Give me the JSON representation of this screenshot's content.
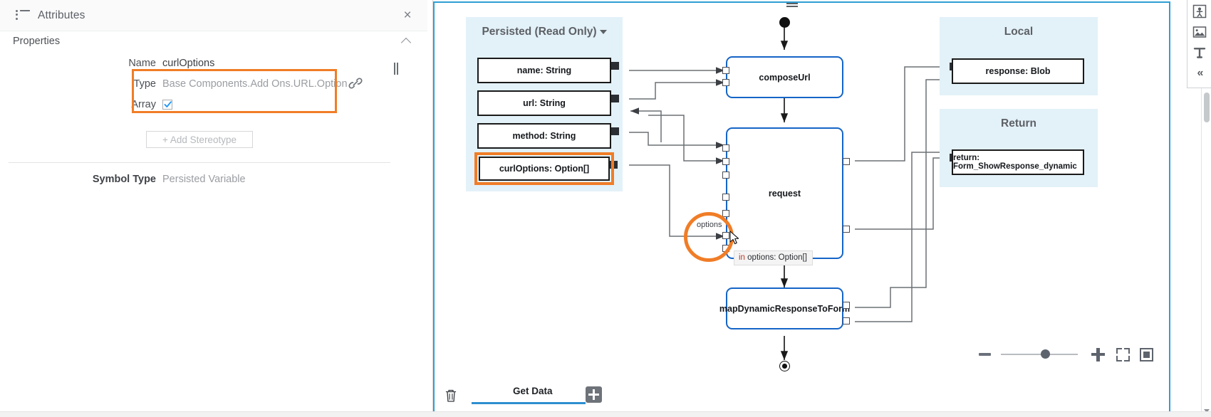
{
  "panel": {
    "title": "Attributes",
    "icon": "list-attributes-icon",
    "close_label": "×",
    "section_label": "Properties",
    "fields": [
      {
        "label": "Name",
        "value": "curlOptions",
        "dim": false
      },
      {
        "label": "Type",
        "value": "Base Components.Add Ons.URL.Option",
        "dim": true
      },
      {
        "label": "Array",
        "value": "",
        "dim": false
      }
    ],
    "array_checked": true,
    "add_stereotype_label": "+  Add Stereotype",
    "symbol_type_label": "Symbol Type",
    "symbol_type_value": "Persisted Variable",
    "link_icon": "link-chain-icon",
    "highlight_color": "#f07d27"
  },
  "canvas": {
    "groups": [
      {
        "title": "Persisted (Read Only)",
        "has_caret": true
      },
      {
        "title": "Local",
        "has_caret": false
      },
      {
        "title": "Return",
        "has_caret": false
      }
    ],
    "persisted_vars": [
      {
        "label": "name: String"
      },
      {
        "label": "url: String"
      },
      {
        "label": "method: String"
      },
      {
        "label": "curlOptions: Option[]",
        "highlighted": true
      }
    ],
    "local_vars": [
      {
        "label": "response: Blob"
      }
    ],
    "return_vars": [
      {
        "label": "return: Form_ShowResponse_dynamic"
      }
    ],
    "nodes": [
      {
        "label": "composeUrl"
      },
      {
        "label": "request"
      },
      {
        "label": "mapDynamicResponseToForm"
      }
    ],
    "edge_label": "options",
    "tooltip_keyword": "in",
    "tooltip_text": " options: Option[]",
    "accent_blue": "#1565c8",
    "group_fill": "#e3f1f8",
    "highlight_color": "#f07d27"
  },
  "bottom_bar": {
    "trash_icon": "trash-icon",
    "tab_label": "Get Data",
    "add_tab_icon": "plus-icon"
  },
  "zoom_controls": {
    "minus_icon": "minus-icon",
    "plus_icon": "plus-icon",
    "fullscreen_icon": "fullscreen-icon",
    "fit_icon": "fit-to-screen-icon",
    "slider_position_pct": 52
  },
  "right_toolbar": {
    "buttons": [
      {
        "icon": "person-shape-icon"
      },
      {
        "icon": "image-icon"
      },
      {
        "icon": "text-tool-icon"
      },
      {
        "icon": "collapse-left-chevron-icon",
        "label": "«"
      }
    ]
  }
}
